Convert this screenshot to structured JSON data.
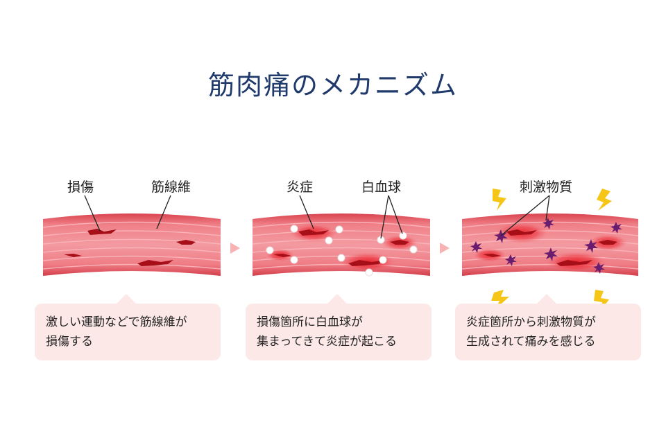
{
  "title": "筋肉痛のメカニズム",
  "panels": [
    {
      "labels": [
        "損傷",
        "筋線維"
      ],
      "caption": [
        "激しい運動などで筋線維が",
        "損傷する"
      ]
    },
    {
      "labels": [
        "炎症",
        "白血球"
      ],
      "caption": [
        "損傷箇所に白血球が",
        "集まってきて炎症が起こる"
      ]
    },
    {
      "labels": [
        "刺激物質"
      ],
      "caption": [
        "炎症箇所から刺激物質が",
        "生成されて痛みを感じる"
      ]
    }
  ],
  "colors": {
    "title": "#1f3a6b",
    "muscle": "#ee6e78",
    "muscle_stripe": "#f7a4aa",
    "wound": "#b5121b",
    "inflammation": "#e8202a",
    "white_cell": "#ffffff",
    "irritant": "#6a1d6e",
    "lightning": "#f5c518",
    "bubble": "#fde8e8",
    "arrow": "#f7b3b3"
  }
}
